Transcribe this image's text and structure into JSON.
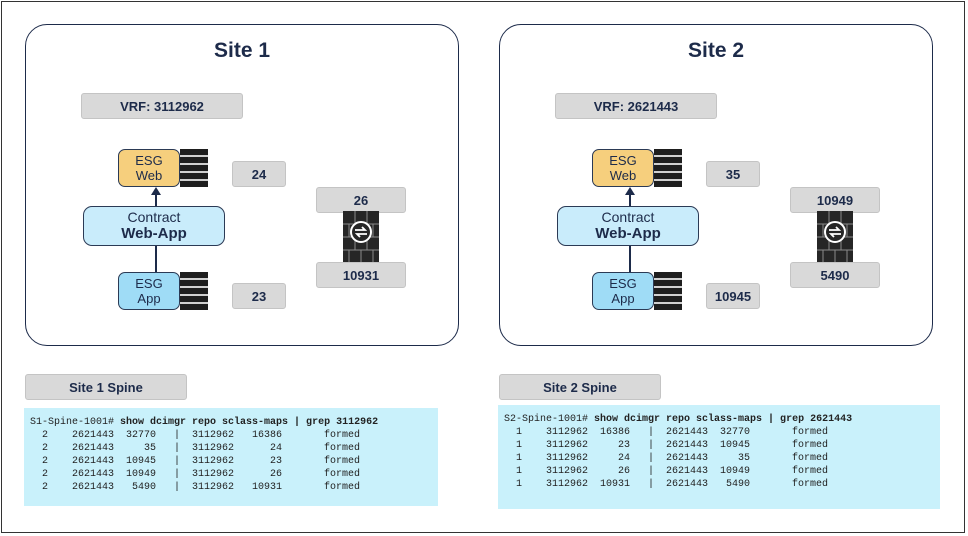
{
  "site1": {
    "title": "Site 1",
    "vrf": "VRF: 3112962",
    "esg_web": {
      "line1": "ESG",
      "line2": "Web"
    },
    "esg_app": {
      "line1": "ESG",
      "line2": "App"
    },
    "contract": {
      "line1": "Contract",
      "line2": "Web-App"
    },
    "web_pctag": "24",
    "app_pctag": "23",
    "fw_top": "26",
    "fw_bottom": "10931",
    "spine_label": "Site 1 Spine",
    "cli": {
      "prompt": "S1-Spine-1001#",
      "command": "show dcimgr repo sclass-maps | grep 3112962",
      "rows": [
        "  2    2621443  32770   |  3112962   16386       formed",
        "  2    2621443     35   |  3112962      24       formed",
        "  2    2621443  10945   |  3112962      23       formed",
        "  2    2621443  10949   |  3112962      26       formed",
        "  2    2621443   5490   |  3112962   10931       formed"
      ]
    }
  },
  "site2": {
    "title": "Site 2",
    "vrf": "VRF: 2621443",
    "esg_web": {
      "line1": "ESG",
      "line2": "Web"
    },
    "esg_app": {
      "line1": "ESG",
      "line2": "App"
    },
    "contract": {
      "line1": "Contract",
      "line2": "Web-App"
    },
    "web_pctag": "35",
    "app_pctag": "10945",
    "fw_top": "10949",
    "fw_bottom": "5490",
    "spine_label": "Site 2 Spine",
    "cli": {
      "prompt": "S2-Spine-1001#",
      "command": "show dcimgr repo sclass-maps | grep 2621443",
      "rows": [
        "  1    3112962  16386   |  2621443  32770       formed",
        "  1    3112962     23   |  2621443  10945       formed",
        "  1    3112962     24   |  2621443     35       formed",
        "  1    3112962     26   |  2621443  10949       formed",
        "  1    3112962  10931   |  2621443   5490       formed"
      ]
    }
  },
  "colors": {
    "navy": "#1d2b4a",
    "esg_web": "#f6cf7d",
    "esg_app": "#9fdcf6",
    "contract": "#c9ecfb",
    "cli_bg": "#c9f1fb",
    "grey_label": "#d9d9d9"
  },
  "icons": [
    "firewall-icon",
    "server-stack-icon"
  ]
}
